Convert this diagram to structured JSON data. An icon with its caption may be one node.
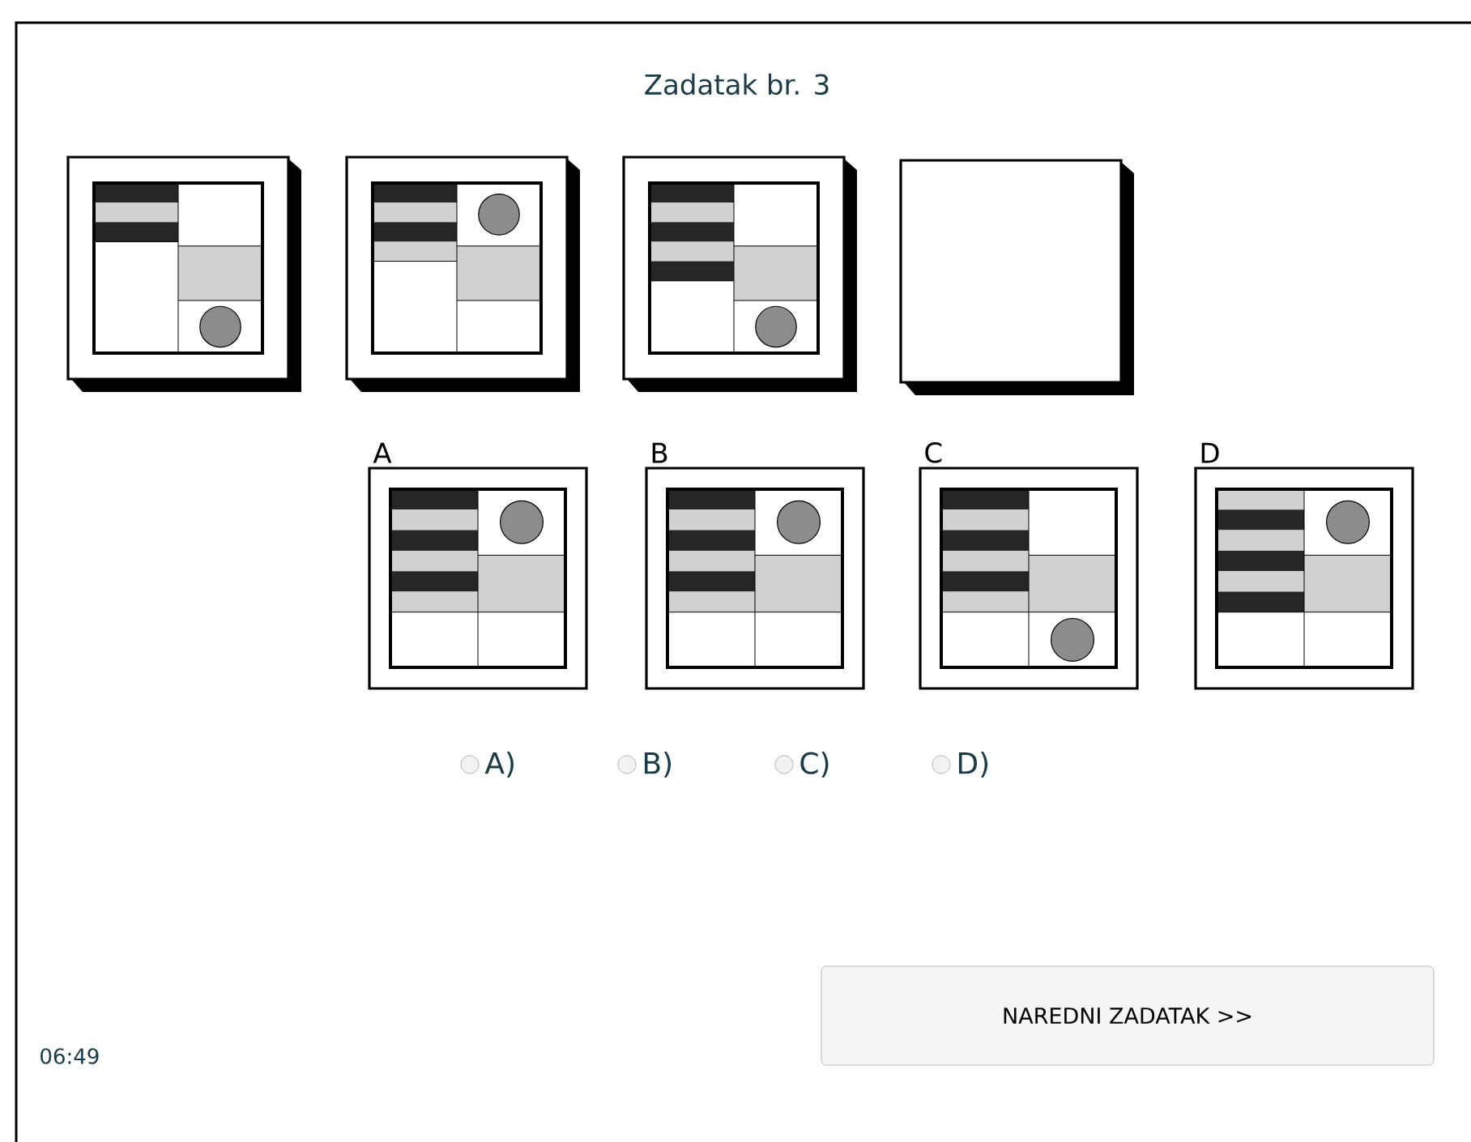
{
  "diagram": {
    "title": "Zadatak br. 3",
    "labels": [
      "A",
      "B",
      "C",
      "D",
      "A)",
      "B)",
      "C)",
      "D)",
      "NAREDNI ZADATAK >>",
      "06:49"
    ]
  }
}
